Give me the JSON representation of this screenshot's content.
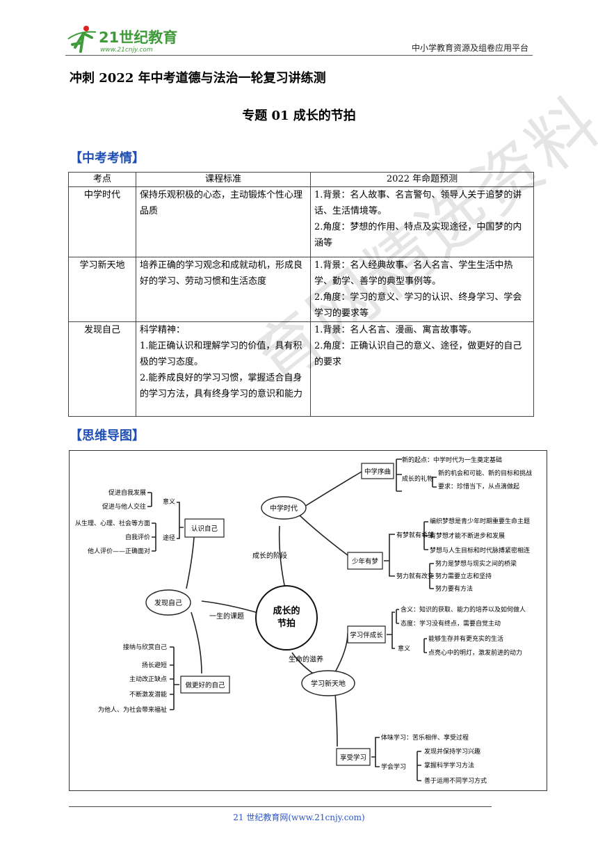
{
  "header": {
    "logo_text": "21世纪教育",
    "logo_url_text": "www.21cnjy.com",
    "platform": "中小学教育资源及组卷应用平台"
  },
  "doc": {
    "title": "冲刺 2022 年中考道德与法治一轮复习讲练测",
    "subtitle": "专题 01  成长的节拍"
  },
  "section1": {
    "heading": "【中考考情】"
  },
  "exam_table": {
    "headers": [
      "考点",
      "课程标准",
      "2022 年命题预测"
    ],
    "rows": [
      {
        "point": "中学时代",
        "standard": [
          "保持乐观积极的心态，主动锻炼个性心理品质"
        ],
        "forecast": [
          "1.背景：名人故事、名言警句、领导人关于追梦的讲话、生活情境等。",
          "2.角度：梦想的作用、特点及实现途径，中国梦的内涵等"
        ]
      },
      {
        "point": "学习新天地",
        "standard": [
          "培养正确的学习观念和成就动机，形成良好的学习、劳动习惯和生活态度"
        ],
        "forecast": [
          "1.背景：名人经典故事、名人名言、学生生活中热学、勤学、善学的典型事例等。",
          "2.角度：学习的意义、学习的认识、终身学习、学会学习的要求等"
        ]
      },
      {
        "point": "发现自己",
        "standard": [
          "科学精神：",
          "1.能正确认识和理解学习的价值，具有积极的学习态度。",
          "2.能养成良好的学习习惯，掌握适合自身的学习方法，具有终身学习的意识和能力"
        ],
        "forecast": [
          "1.背景：名人名言、漫画、寓言故事等。",
          "2.角度：正确认识自己的意义、途径，做更好的自己的要求"
        ]
      }
    ]
  },
  "section2": {
    "heading": "【思维导图】"
  },
  "mindmap": {
    "center": [
      "成长的",
      "节拍"
    ],
    "branch_labels": {
      "stage": "成长的阶段",
      "lifelong": "一生的课题",
      "nourish": "生命的滋养"
    },
    "zhongxue": {
      "label": "中学时代",
      "xuqu": {
        "label": "中学序曲",
        "items": [
          "新的起点：中学时代为一生奠定基础",
          "新的机会和可能、新的目标和挑战",
          "要求：珍惜当下，从点滴做起"
        ],
        "gift_label": "成长的礼物"
      },
      "shaonian": {
        "label": "少年有梦",
        "hope_label": "有梦就有希望",
        "hope_items": [
          "编织梦想是青少年时期重要生命主题",
          "有梦想才能不断进步和发展",
          "梦想与人生目标和时代脉搏紧密相连"
        ],
        "change_label": "努力就有改变",
        "change_items": [
          "努力是梦想与现实之间的桥梁",
          "努力需要立志和坚持",
          "努力要有方法"
        ]
      }
    },
    "xuexi": {
      "label": "学习新天地",
      "ban": {
        "label": "学习伴成长",
        "items": [
          "含义：知识的获取、能力的培养以及如何做人",
          "态度：学习没有终点，需要自觉主动",
          "能够生存并有更充实的生活",
          "点亮心中的明灯，激发前进的动力"
        ],
        "meaning_label": "意义"
      },
      "xiang": {
        "label": "享受学习",
        "item_taste": "体味学习：苦乐相伴、享受过程",
        "learn_label": "学会学习",
        "items": [
          "发现并保持学习兴趣",
          "掌握科学学习方法",
          "善于运用不同学习方式"
        ]
      }
    },
    "faxian": {
      "label": "发现自己",
      "renshi": {
        "label": "认识自己",
        "meaning_label": "意义",
        "meaning_items": [
          "促进自我发展",
          "促进与他人交往"
        ],
        "way_label": "途径",
        "way_items": [
          "从生理、心理、社会等方面",
          "自我评价",
          "他人评价——正确面对"
        ]
      },
      "gengh": {
        "label": "做更好的自己",
        "items": [
          "接纳与欣赏自己",
          "扬长避短",
          "主动改正缺点",
          "不断激发潜能",
          "为他人、为社会带来福祉"
        ]
      }
    }
  },
  "footer": {
    "text": "21 世纪教育网(www.21cnjy.com)"
  },
  "watermark": {
    "text": "育网精选资料"
  },
  "colors": {
    "heading": "#1f4fb4",
    "footer": "#2c55c8",
    "logo_green": "#3f9a3a"
  }
}
